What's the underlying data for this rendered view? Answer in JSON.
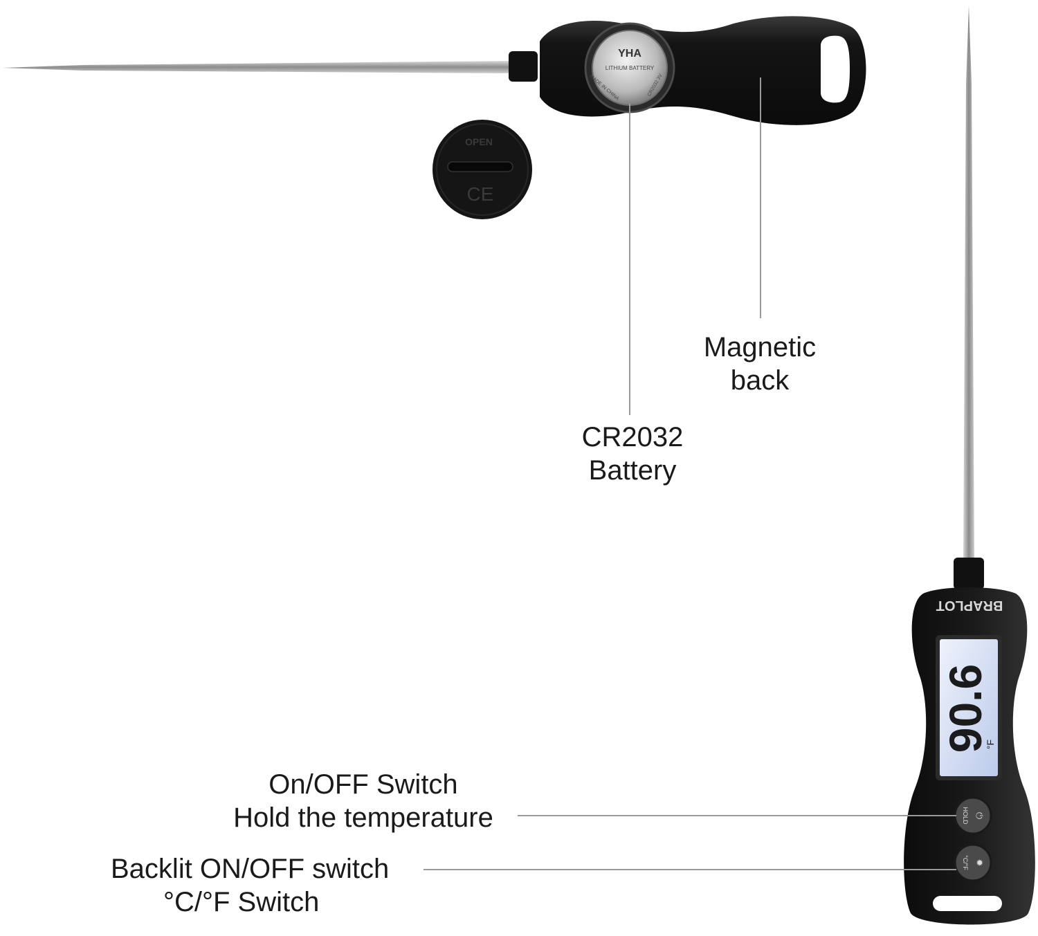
{
  "callouts": {
    "magnetic_back": {
      "line1": "Magnetic",
      "line2": "back"
    },
    "battery": {
      "line1": "CR2032",
      "line2": "Battery"
    },
    "power_button": {
      "line1": "On/OFF Switch",
      "line2": "Hold the temperature"
    },
    "unit_button": {
      "line1": "Backlit ON/OFF switch",
      "line2": "°C/°F Switch"
    }
  },
  "device": {
    "brand": "BRAPLOT",
    "display_reading": "90.6",
    "display_unit": "°F",
    "hold_button_text": "HOLD",
    "unit_button_text": "°C/°F"
  },
  "battery_cover": {
    "open_text": "OPEN",
    "mark": "CE"
  },
  "battery_cell": {
    "brand": "YHA",
    "line": "LITHIUM BATTERY",
    "made": "MADE IN CHINA",
    "model": "CR2032 3V"
  },
  "colors": {
    "body": "#161616",
    "probe": "#a9a9a9",
    "lcd": "#cfdaf2",
    "leader": "#9a9a9a"
  }
}
